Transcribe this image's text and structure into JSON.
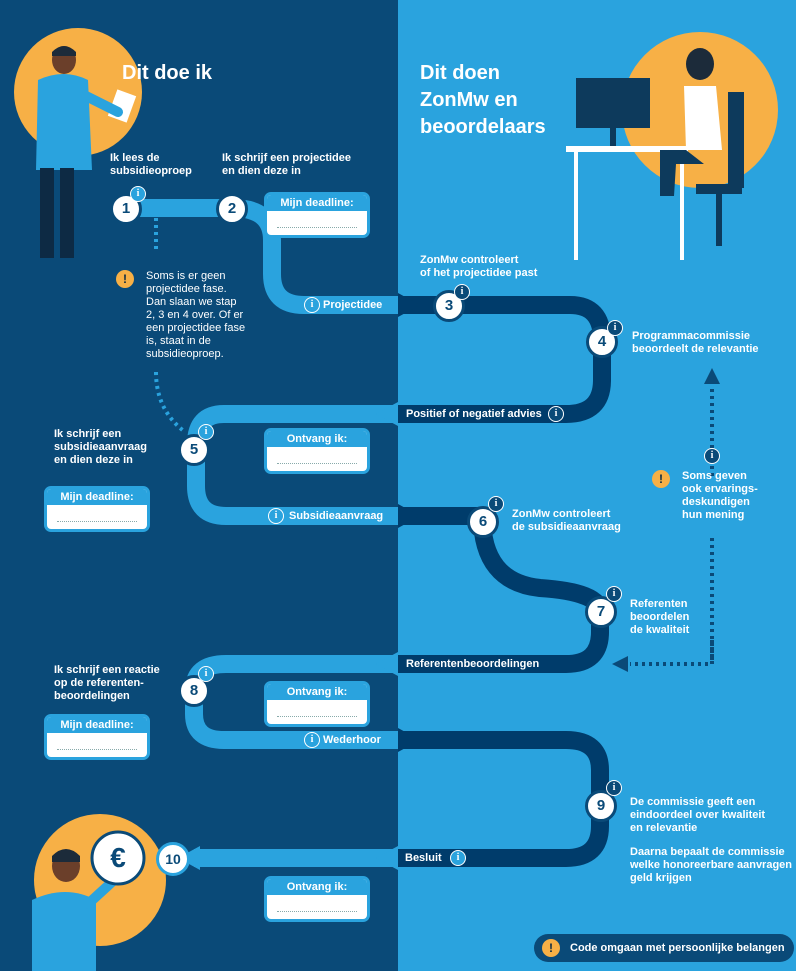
{
  "headings": {
    "left": "Dit doe ik",
    "right_line1": "Dit doen",
    "right_line2": "ZonMw en",
    "right_line3": "beoordelaars"
  },
  "steps": [
    {
      "n": "1",
      "text1": "Ik lees de",
      "text2": "subsidieoproep"
    },
    {
      "n": "2",
      "text1": "Ik schrijf een projectidee",
      "text2": "en dien deze in"
    },
    {
      "n": "3",
      "text1": "ZonMw controleert",
      "text2": "of het projectidee past"
    },
    {
      "n": "4",
      "text1": "Programmacommissie",
      "text2": "beoordeelt de relevantie"
    },
    {
      "n": "5",
      "text1": "Ik schrijf een",
      "text2": "subsidieaanvraag",
      "text3": "en dien deze in"
    },
    {
      "n": "6",
      "text1": "ZonMw controleert",
      "text2": "de subsidieaanvraag"
    },
    {
      "n": "7",
      "text1": "Referenten",
      "text2": "beoordelen",
      "text3": "de kwaliteit"
    },
    {
      "n": "8",
      "text1": "Ik schrijf een reactie",
      "text2": "op de referenten-",
      "text3": "beoordelingen"
    },
    {
      "n": "9",
      "text1": "De commissie geeft een",
      "text2": "eindoordeel over kwaliteit",
      "text3": "en relevantie",
      "text4": "Daarna bepaalt de commissie",
      "text5": "welke honoreerbare aanvragen",
      "text6": "geld krijgen"
    },
    {
      "n": "10"
    }
  ],
  "flow_labels": {
    "projectidee": "Projectidee",
    "advies": "Positief of negatief advies",
    "subsidieaanvraag": "Subsidieaanvraag",
    "referentenbeoordelingen": "Referentenbeoordelingen",
    "wederhoor": "Wederhoor",
    "besluit": "Besluit"
  },
  "boxes": {
    "deadline": "Mijn deadline:",
    "ontvang": "Ontvang ik:"
  },
  "notes": {
    "skip": [
      "Soms is er geen",
      "projectidee fase.",
      "Dan slaan we stap",
      "2, 3 en 4 over. Of er",
      "een projectidee fase",
      "is, staat in de",
      "subsidieoproep."
    ],
    "experts": [
      "Soms geven",
      "ook ervarings-",
      "deskundigen",
      "hun mening"
    ]
  },
  "symbols": {
    "info": "i",
    "warn": "!",
    "euro": "€"
  },
  "footer": "Code omgaan met persoonlijke belangen",
  "colors": {
    "dark": "#0a4a78",
    "light": "#2aa3de",
    "accent": "#f7b046",
    "path": "#003c6b"
  }
}
